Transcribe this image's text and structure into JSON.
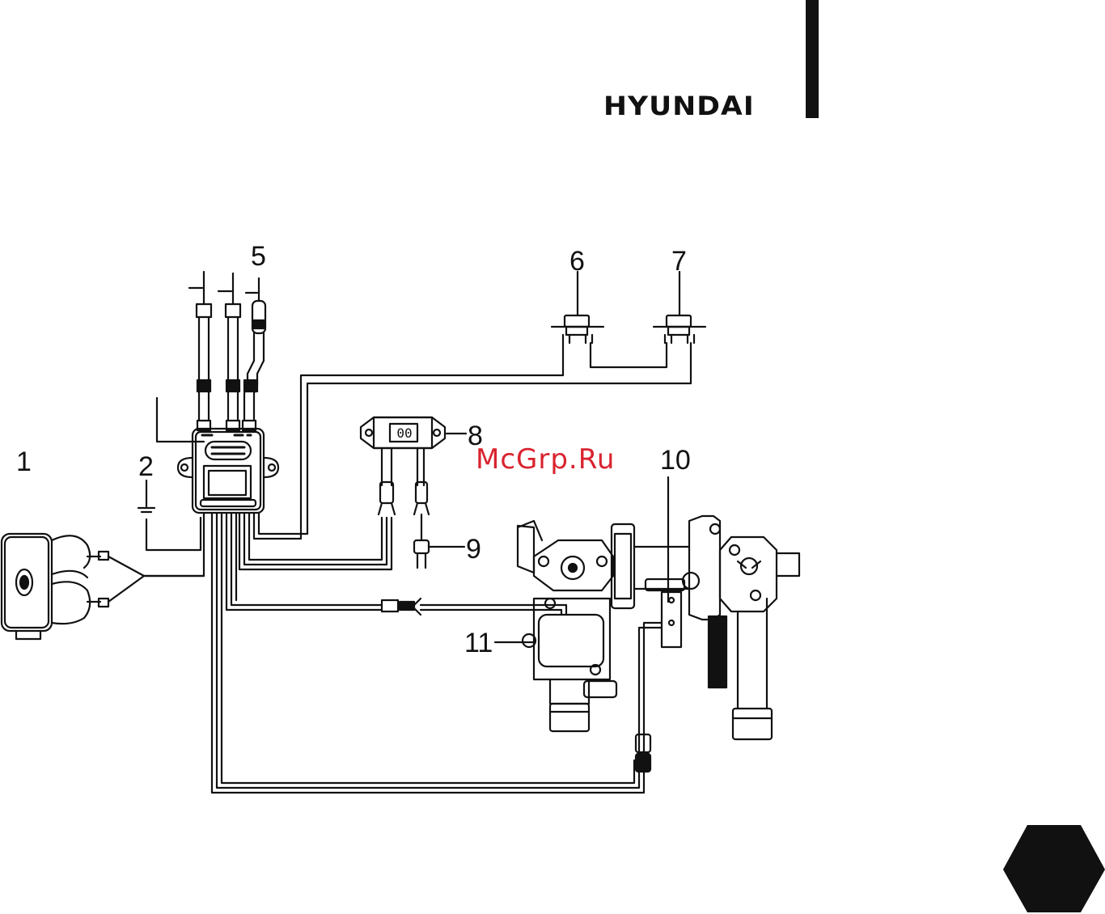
{
  "brand": "HYUNDAI",
  "watermark": "McGrp.Ru",
  "callouts": {
    "c1": "1",
    "c2": "2",
    "c5": "5",
    "c6": "6",
    "c7": "7",
    "c8": "8",
    "c9": "9",
    "c10": "10",
    "c11": "11"
  },
  "display_readout": "00",
  "colors": {
    "line": "#111111",
    "watermark": "#d9232e",
    "background": "#ffffff"
  }
}
